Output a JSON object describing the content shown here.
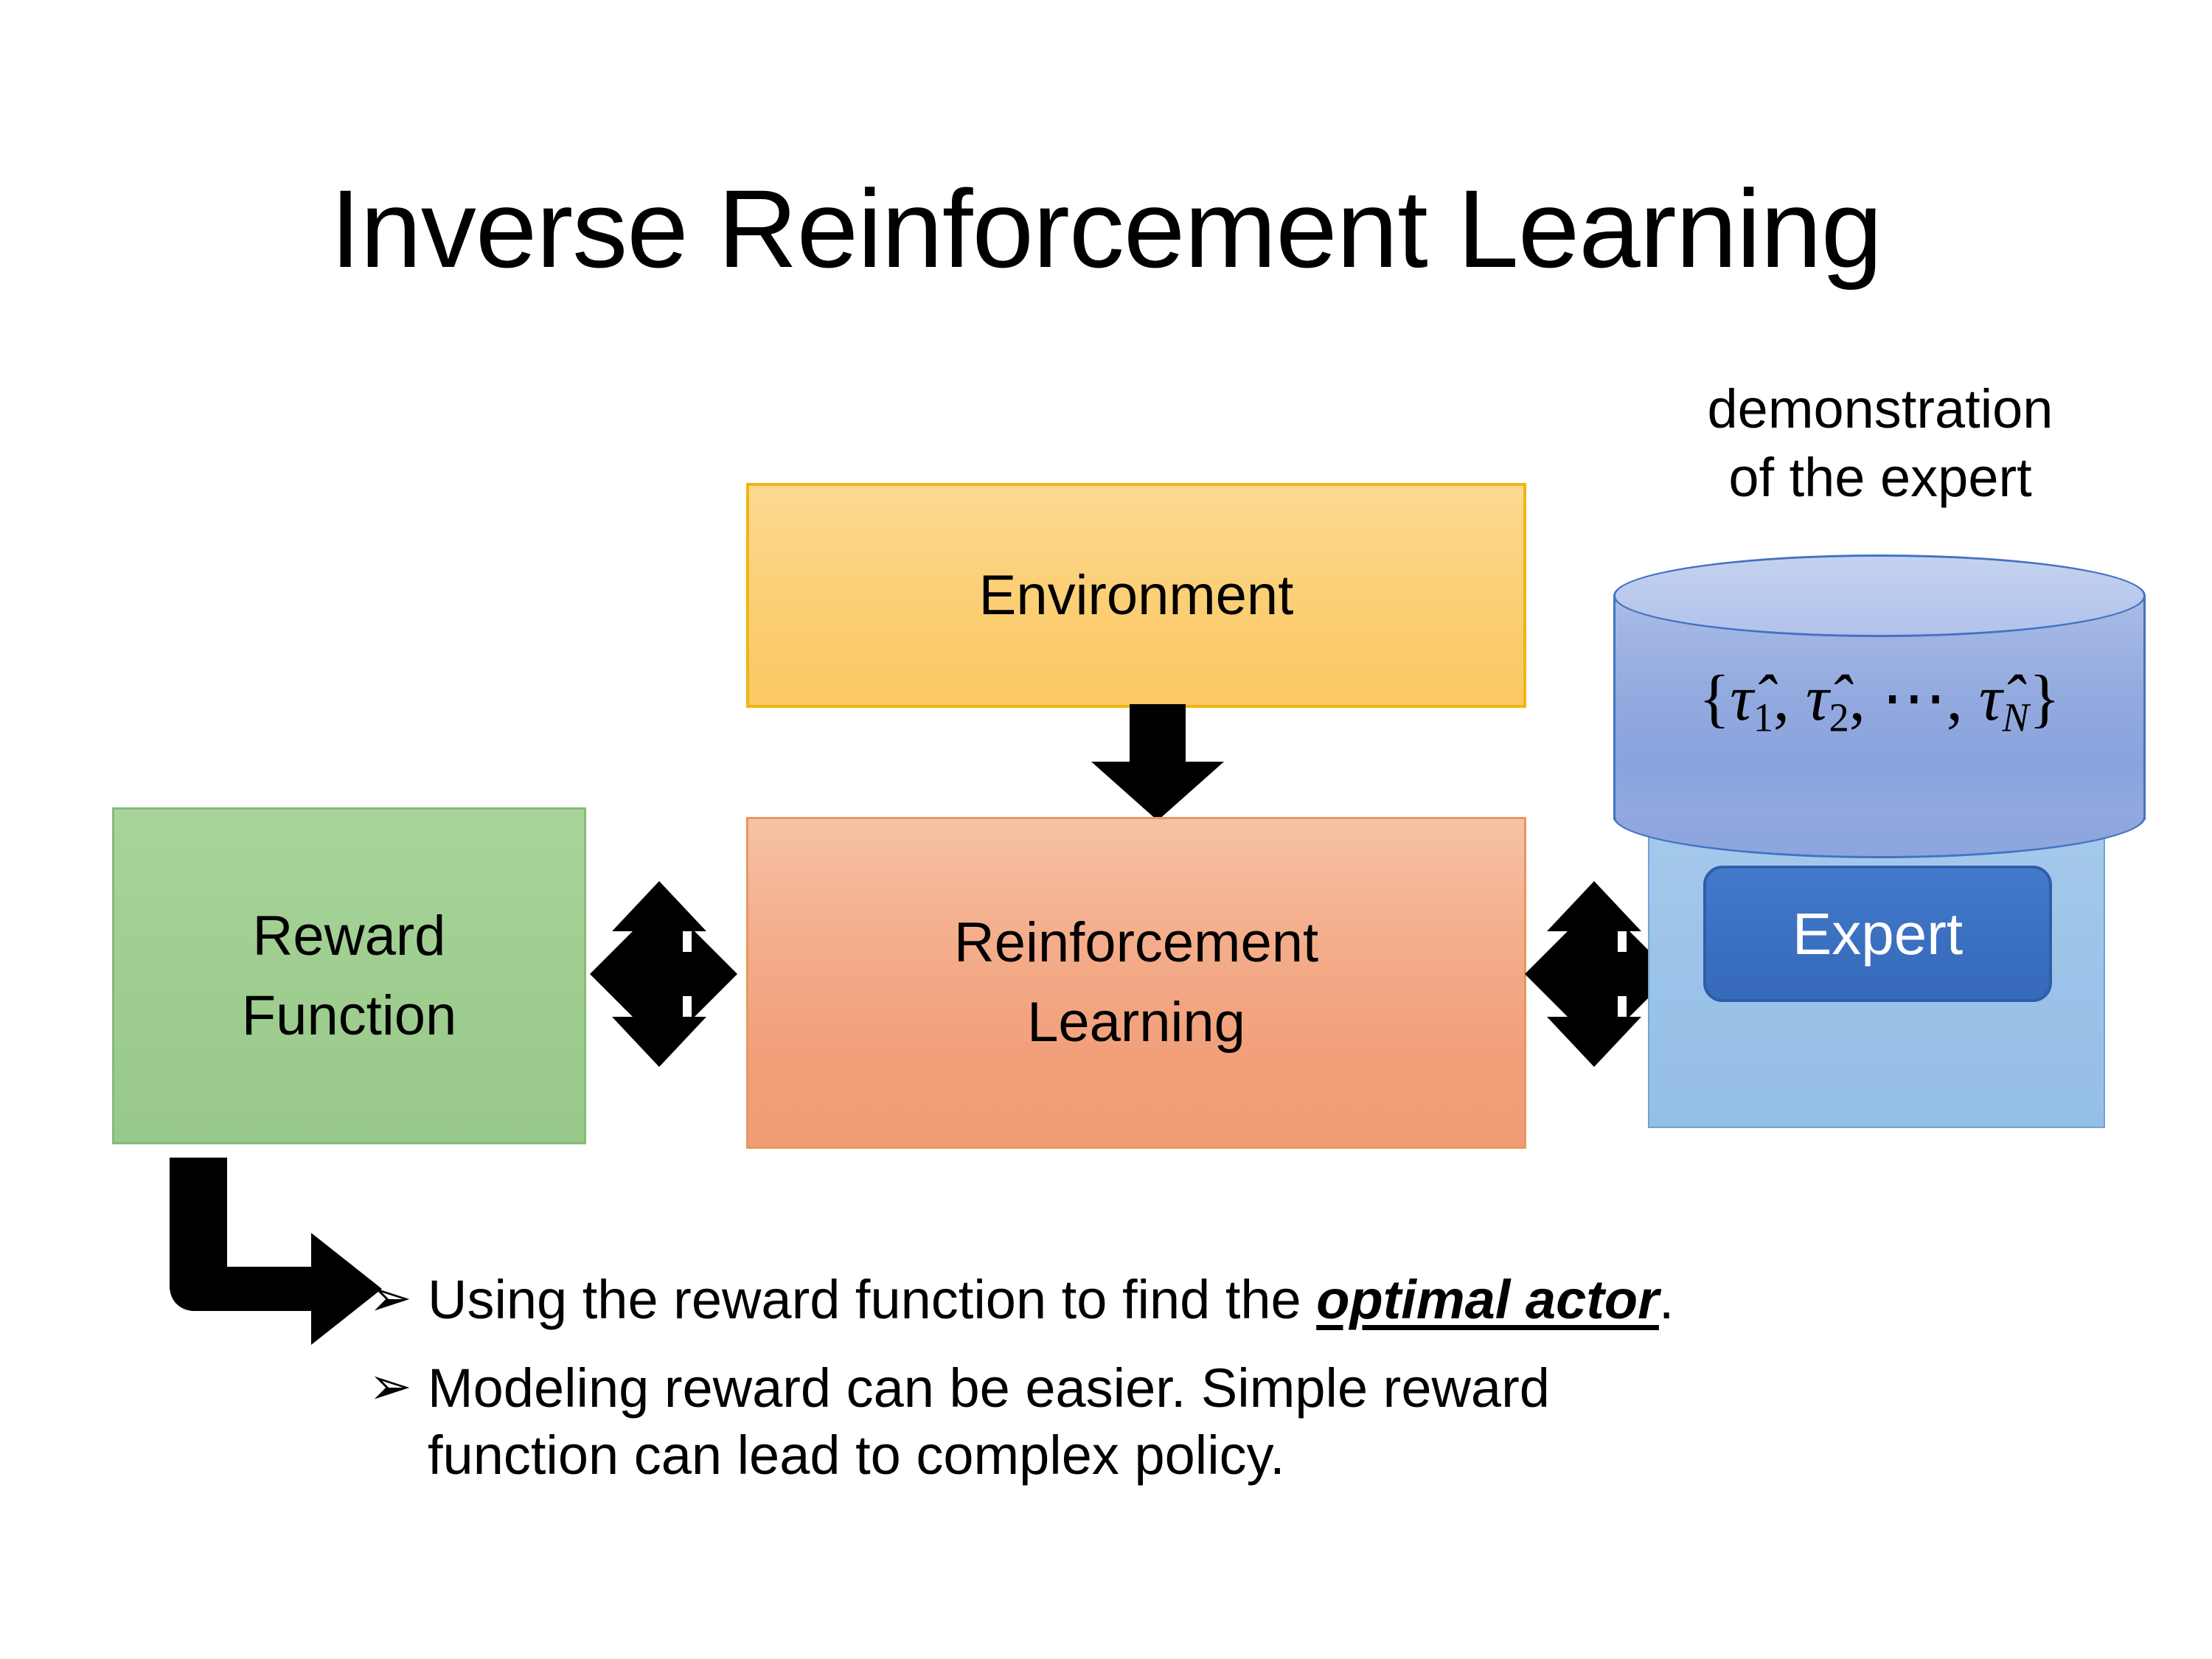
{
  "slide": {
    "title": "Inverse Reinforcement Learning",
    "background_color": "#FFFFFF"
  },
  "diagram": {
    "environment": {
      "label": "Environment",
      "fill_color": "#FBD078",
      "border_color": "#F0B512"
    },
    "reinforcement_learning": {
      "label_line1": "Reinforcement",
      "label_line2": "Learning",
      "fill_color": "#F4AE8C",
      "border_color": "#E8965F"
    },
    "reward_function": {
      "label_line1": "Reward",
      "label_line2": "Function",
      "fill_color": "#9FCE90",
      "border_color": "#85BC78"
    },
    "demonstration": {
      "caption_line1": "demonstration",
      "caption_line2": "of the expert",
      "formula_open": "{",
      "formula_tau1": "τ̂",
      "formula_sub1": "1",
      "formula_sep1": ", ",
      "formula_tau2": "τ̂",
      "formula_sub2": "2",
      "formula_sep2": ", ⋯, ",
      "formula_tau3": "τ̂",
      "formula_subN": "N",
      "formula_close": "}",
      "cylinder_fill_color": "#93AADF",
      "cylinder_border_color": "#4472C4"
    },
    "expert": {
      "label": "Expert",
      "fill_color": "#3A6FC0",
      "border_color": "#2E5EA8",
      "text_color": "#FFFFFF",
      "panel_fill_color": "#9CC3E8",
      "panel_border_color": "#6FA4D6"
    },
    "connectors": {
      "env_to_rl": "down-arrow",
      "reward_to_rl": "four-way-arrow",
      "rl_to_expert": "four-way-arrow",
      "reward_to_bullet": "bent-arrow-down-right",
      "arrow_color": "#000000"
    }
  },
  "bullets": {
    "marker": "➢",
    "items": [
      {
        "prefix": "Using the reward function to find the ",
        "emphasis": "optimal actor",
        "suffix": "."
      },
      {
        "line1": "Modeling reward can be easier. Simple reward",
        "line2": "function can lead to complex policy."
      }
    ]
  }
}
